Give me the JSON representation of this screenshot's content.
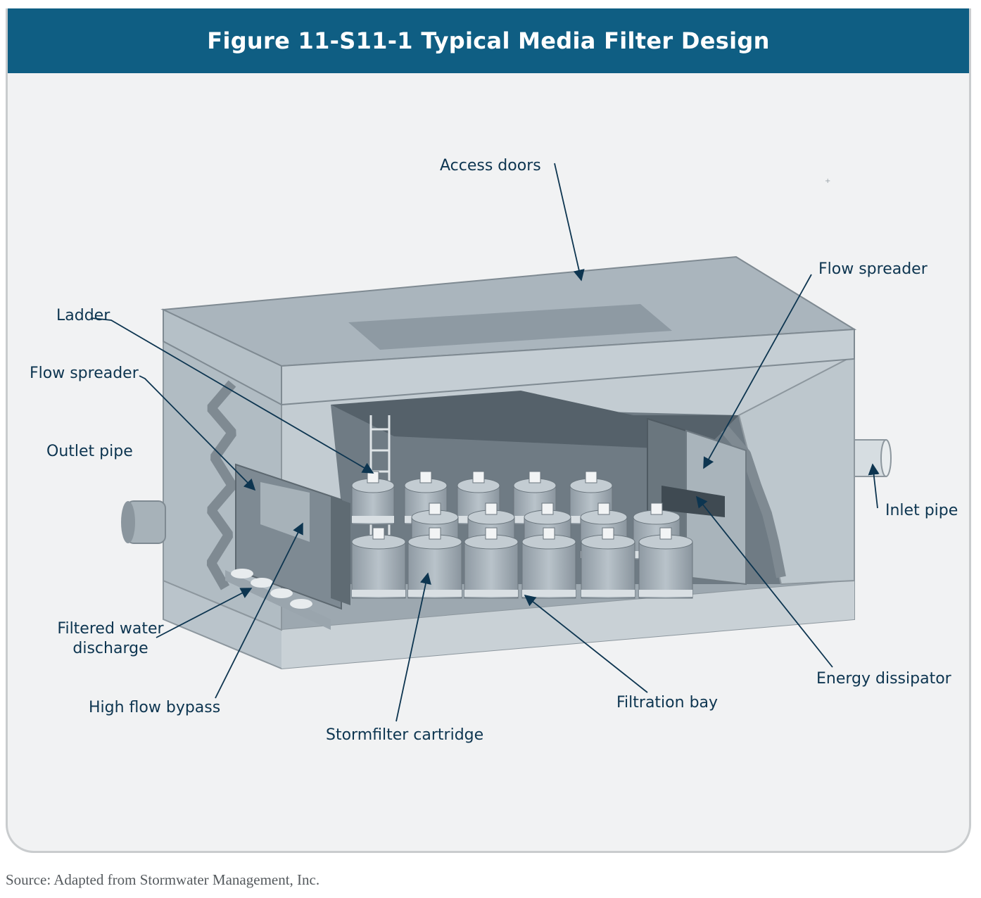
{
  "figure": {
    "title": "Figure 11-S11-1  Typical Media Filter Design",
    "source": "Source: Adapted from Stormwater Management, Inc."
  },
  "labels": {
    "access_doors": "Access doors",
    "flow_spreader_right": "Flow spreader",
    "ladder": "Ladder",
    "flow_spreader_left": "Flow spreader",
    "outlet_pipe": "Outlet pipe",
    "inlet_pipe": "Inlet pipe",
    "filtered_water_line1": "Filtered water",
    "filtered_water_line2": "discharge",
    "energy_dissipator": "Energy dissipator",
    "high_flow_bypass": "High flow bypass",
    "filtration_bay": "Filtration bay",
    "stormfilter_cartridge": "Stormfilter cartridge"
  },
  "colors": {
    "title_bar": "#0f5e83",
    "label_text": "#0d3550",
    "arrow": "#0d3550",
    "vault": "#b7c2ca"
  }
}
